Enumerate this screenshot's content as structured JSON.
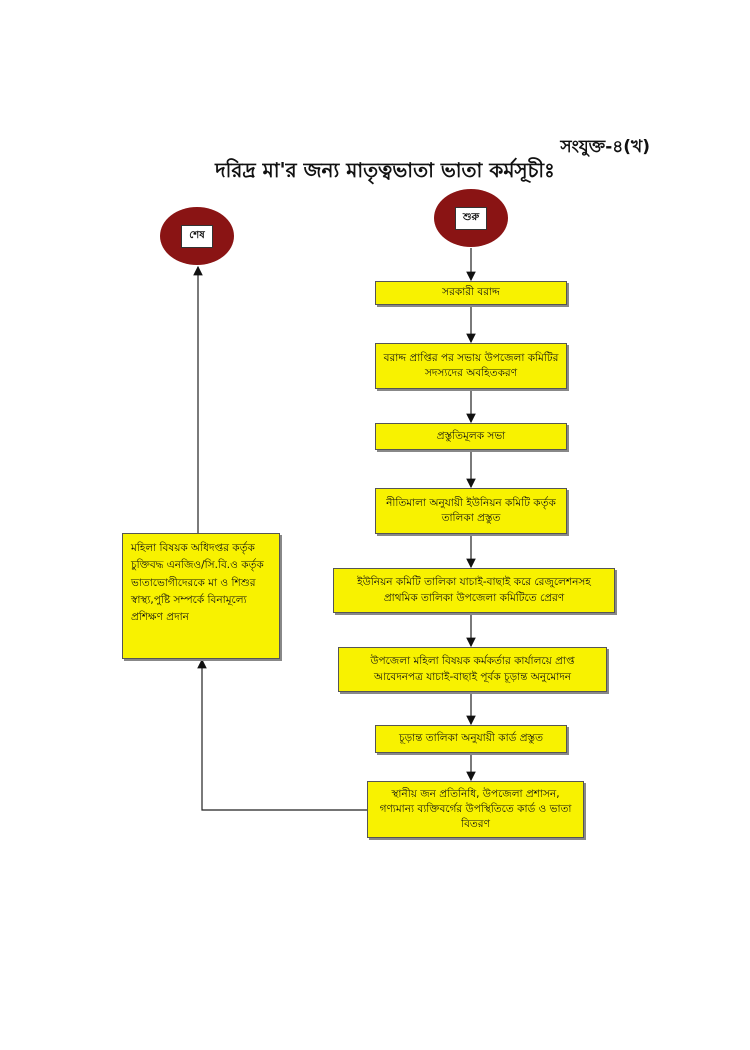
{
  "annex_label": "সংযুক্ত-৪(খ)",
  "title": "দরিদ্র মা'র জন্য মাতৃত্বভাতা ভাতা কর্মসূচীঃ",
  "start_label": "শুরু",
  "end_label": "শেষ",
  "steps": [
    "সরকারী বরাদ্দ",
    "বরাদ্দ প্রাপ্তির পর সভায় উপজেলা কমিটির সদস্যদের অবহিতকরণ",
    "প্রস্তুতিমূলক সভা",
    "নীতিমালা অনুযায়ী ইউনিয়ন কমিটি কর্তৃক তালিকা প্রস্তুত",
    "ইউনিয়ন কমিটি তালিকা যাচাই-বাছাই করে রেজুলেশনসহ প্রাথমিক তালিকা উপজেলা কমিটিতে প্রেরণ",
    "উপজেলা মহিলা বিষয়ক কর্মকর্তার কার্যালয়ে প্রাপ্ত আবেদনপত্র যাচাই-বাছাই পূর্বক চূড়ান্ত অনুমোদন",
    "চূড়ান্ত তালিকা অনুযায়ী কার্ড প্রস্তুত",
    "স্থানীয় জন প্রতিনিধি, উপজেলা প্রশাসন, গণ্যমান্য ব্যক্তিবর্গের উপস্থিতিতে কার্ড ও ভাতা বিতরণ"
  ],
  "training_step": "মহিলা বিষয়ক অধিদপ্তর কর্তৃক চুক্তিবদ্ধ এনজিও/সি.বি.ও কর্তৃক ভাতাভোগীদেরকে মা ও শিশুর স্বাস্থ্য,পুষ্টি সম্পর্কে বিনামূল্যে প্রশিক্ষণ প্রদান",
  "colors": {
    "box": "#f8f200",
    "terminal": "#8a1414"
  }
}
